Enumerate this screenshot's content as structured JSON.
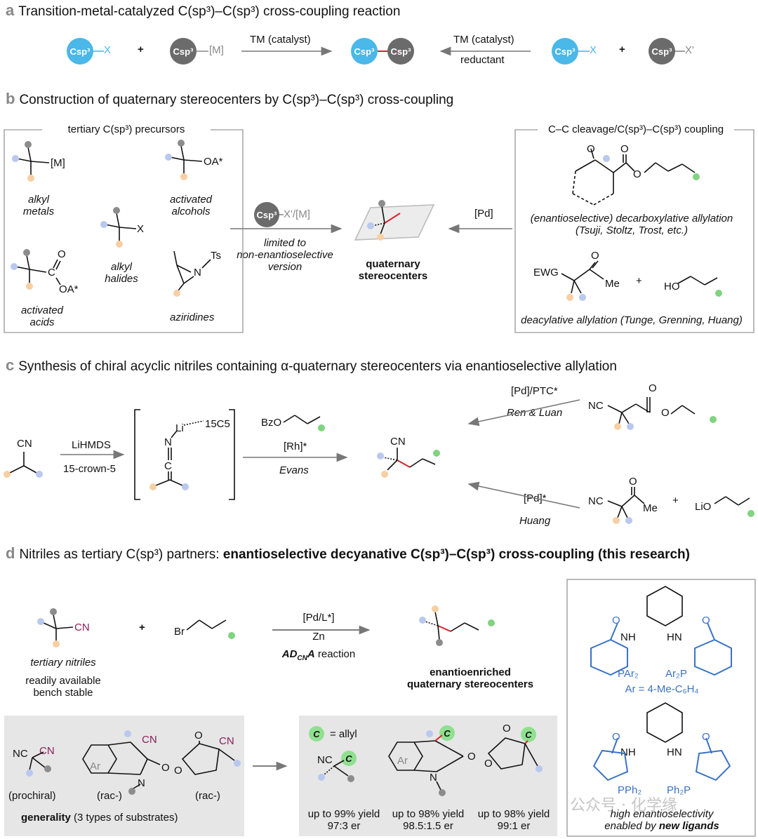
{
  "section_a": {
    "letter": "a",
    "title": "Transition-metal-catalyzed C(sp³)–C(sp³) cross-coupling reaction",
    "csp3": "Csp³",
    "x1": "X",
    "m": "[M]",
    "tm_catalyst_left": "TM (catalyst)",
    "tm_catalyst_right": "TM (catalyst)",
    "reductant": "reductant",
    "x2": "X",
    "xprime": "X'",
    "plus": "+"
  },
  "section_b": {
    "letter": "b",
    "title": "Construction of quaternary stereocenters by C(sp³)–C(sp³) cross-coupling",
    "precursors_header": "tertiary C(sp³) precursors",
    "alkyl_metals": "alkyl metals",
    "activated_alcohols": "activated alcohols",
    "alkyl_halides": "alkyl halides",
    "activated_acids": "activated acids",
    "aziridines": "aziridines",
    "m_label": "[M]",
    "oa_label": "OA*",
    "x_label": "X",
    "ts_label": "Ts",
    "n_label": "N",
    "c_label": "C",
    "o_label": "O",
    "oa2_label": "OA*",
    "reagent": "X'/[M]",
    "limited_1": "limited to",
    "limited_2": "non-enantioselective",
    "limited_3": "version",
    "product_1": "quaternary",
    "product_2": "stereocenters",
    "pd": "[Pd]",
    "cleavage_header": "C–C cleavage/C(sp³)–C(sp³) coupling",
    "decarb_1": "(enantioselective) decarboxylative allylation",
    "decarb_2": "(Tsuji, Stoltz, Trost, etc.)",
    "ewg": "EWG",
    "me": "Me",
    "ho": "HO",
    "deacyl": "deacylative allylation (Tunge, Grenning, Huang)"
  },
  "section_c": {
    "letter": "c",
    "title": "Synthesis of chiral acyclic nitriles containing α-quaternary stereocenters via enantioselective allylation",
    "cn": "CN",
    "lihmds": "LiHMDS",
    "crown": "15-crown-5",
    "li": "Li",
    "c15": "15C5",
    "n": "N",
    "c": "C",
    "bzo": "BzO",
    "rh": "[Rh]*",
    "evans": "Evans",
    "pd_ptc": "[Pd]/PTC*",
    "ren_luan": "Ren & Luan",
    "pd_star": "[Pd]*",
    "huang": "Huang",
    "nc": "NC",
    "me": "Me",
    "lio": "LiO"
  },
  "section_d": {
    "letter": "d",
    "title_plain": "Nitriles as tertiary C(sp³) partners:",
    "title_bold": "enantioselective decyanative C(sp³)–C(sp³) cross-coupling (this research)",
    "cn": "CN",
    "br": "Br",
    "tertiary_nitriles": "tertiary nitriles",
    "readily": "readily available",
    "bench": "bench stable",
    "cond_1": "[Pd/L*]",
    "cond_2": "Zn",
    "cond_3_bold": "AD",
    "cond_3_sub": "CN",
    "cond_3_bold2": "A",
    "cond_3_rest": " reaction",
    "product_1": "enantioenriched",
    "product_2": "quaternary stereocenters",
    "nc": "NC",
    "ar": "Ar",
    "n": "N",
    "o": "O",
    "prochiral": "(prochiral)",
    "rac1": "(rac-)",
    "rac2": "(rac-)",
    "generality_bold": "generality",
    "generality_rest": " (3 types of substrates)",
    "allyl_c": "C",
    "allyl_label": "= allyl",
    "yield1": "up to 99% yield",
    "er1": "97:3 er",
    "yield2": "up to 98% yield",
    "er2": "98.5:1.5 er",
    "yield3": "up to 98% yield",
    "er3": "99:1 er",
    "nh": "NH",
    "hn": "HN",
    "par2": "PAr₂",
    "ar2p": "Ar₂P",
    "ar_def": "Ar = 4-Me-C₆H₄",
    "pph2": "PPh₂",
    "ph2p": "Ph₂P",
    "high": "high enantioselectivity",
    "enabled": "enabled by",
    "new_ligands": "new ligands",
    "watermark": "公众号 · 化学缘"
  },
  "colors": {
    "cyan": "#4ab8e8",
    "dark_grey": "#6b6b6b",
    "red_bond": "#d6232a",
    "ligand_blue": "#3a72c4",
    "nitrile_purple": "#8a1f5c",
    "dot_blue": "#b9c8ee",
    "dot_orange": "#f7cfa3",
    "dot_green": "#7fd47f",
    "dot_grey": "#8c8c8c"
  }
}
